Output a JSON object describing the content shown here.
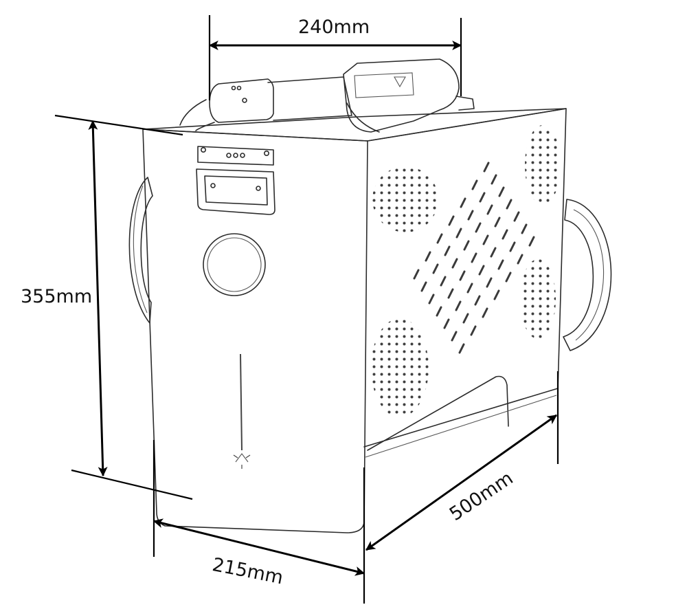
{
  "diagram": {
    "object": "laser-cleaning-machine",
    "dimensions": {
      "width": "240mm",
      "height": "355mm",
      "depth_front": "215mm",
      "length": "500mm"
    },
    "colors": {
      "line": "#2b2b2b",
      "dimension": "#000000",
      "background": "#ffffff"
    },
    "icons": [
      "laser-warning-icon",
      "handle-icon",
      "laser-gun-icon",
      "cable-hose-icon"
    ]
  }
}
